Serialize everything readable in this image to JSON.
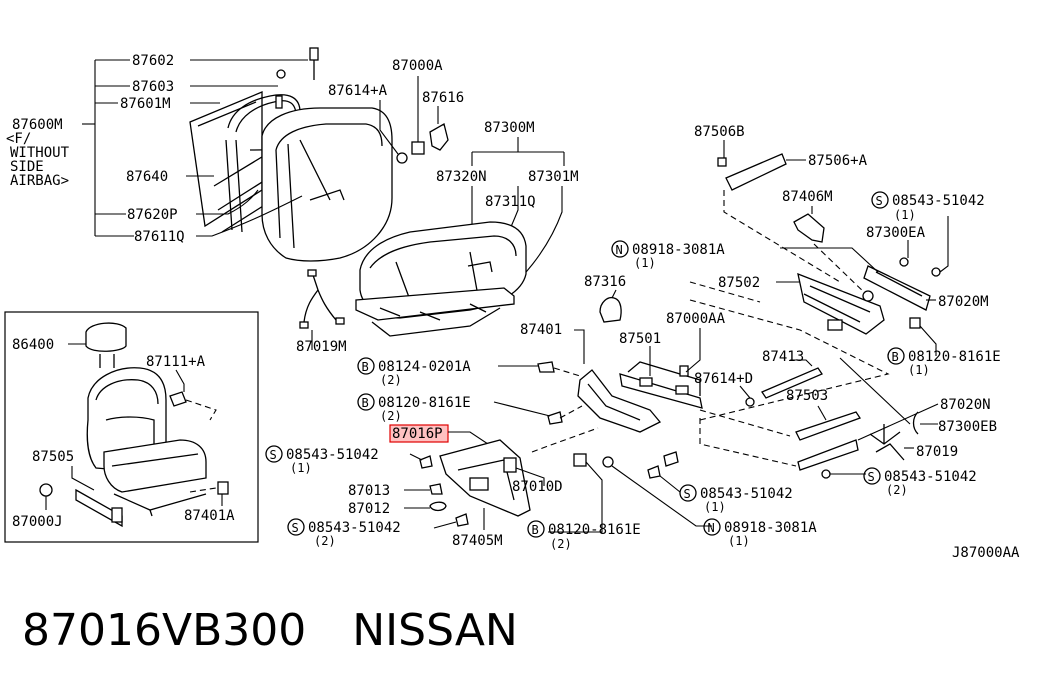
{
  "diagram": {
    "ref_code": "J87000AA",
    "labels": {
      "l87602": "87602",
      "l87603": "87603",
      "l87601M": "87601M",
      "l87600M": "87600M",
      "without1": "<F/",
      "without2": "WITHOUT",
      "without3": "SIDE",
      "without4": "AIRBAG>",
      "l87640": "87640",
      "l87620P": "87620P",
      "l87611Q": "87611Q",
      "l87000A": "87000A",
      "l87614A": "87614+A",
      "l87616": "87616",
      "l87300M": "87300M",
      "l87320N": "87320N",
      "l87301M": "87301M",
      "l87311Q": "87311Q",
      "l87019M": "87019M",
      "l87316": "87316",
      "l87401": "87401",
      "l87000AA": "87000AA",
      "l87501": "87501",
      "l87614D": "87614+D",
      "l87413": "87413",
      "l87503": "87503",
      "l87506B": "87506B",
      "l87506A": "87506+A",
      "l87406M": "87406M",
      "s08543_1": "08543-51042",
      "s08543_1q": "(1)",
      "l87300EA": "87300EA",
      "n08918_1": "08918-3081A",
      "n08918_1q": "(1)",
      "l87502": "87502",
      "l87020M": "87020M",
      "b08120_1": "08120-8161E",
      "b08120_1q": "(1)",
      "b08124": "08124-0201A",
      "b08124q": "(2)",
      "b08120_2": "08120-8161E",
      "b08120_2q": "(2)",
      "l87016P": "87016P",
      "s08543_2": "08543-51042",
      "s08543_2q": "(1)",
      "l87013": "87013",
      "l87012": "87012",
      "l87010D": "87010D",
      "s08543_3": "08543-51042",
      "s08543_3q": "(2)",
      "l87405M": "87405M",
      "b08120_3": "08120-8161E",
      "b08120_3q": "(2)",
      "s08543_4": "08543-51042",
      "s08543_4q": "(1)",
      "n08918_2": "08918-3081A",
      "n08918_2q": "(1)",
      "l87020N": "87020N",
      "l87300EB": "87300EB",
      "l87019": "87019",
      "s08543_5": "08543-51042",
      "s08543_5q": "(2)",
      "l86400": "86400",
      "l87111A": "87111+A",
      "l87505": "87505",
      "l87000J": "87000J",
      "l87401A": "87401A"
    },
    "symbols": {
      "b": "B",
      "s": "S",
      "n": "N"
    }
  },
  "footer": {
    "part_number": "87016VB300",
    "brand": "NISSAN"
  },
  "colors": {
    "highlight": "#ff4d4d",
    "line": "#000000"
  }
}
